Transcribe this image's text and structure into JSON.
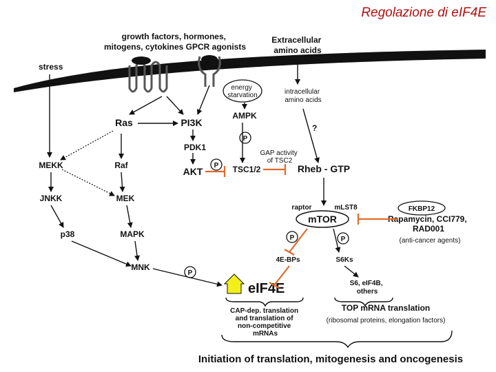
{
  "title": "Regolazione di eIF4E",
  "labels": {
    "growth_factors": [
      "growth factors, hormones,",
      "mitogens, cytokines GPCR agonists"
    ],
    "extracellular_aa": [
      "Extracellular",
      "amino acids"
    ],
    "stress": "stress",
    "energy_starvation": [
      "energy",
      "starvation"
    ],
    "intracellular_aa": [
      "intracellular",
      "amino acids"
    ],
    "question": "?",
    "ras": "Ras",
    "pi3k": "PI3K",
    "ampk": "AMPK",
    "pdk1": "PDK1",
    "akt": "AKT",
    "tsc": "TSC1/2",
    "gap_activity": [
      "GAP activity",
      "of TSC2"
    ],
    "rheb": "Rheb - GTP",
    "mekk": "MEKK",
    "raf": "Raf",
    "jnkk": "JNKK",
    "mek": "MEK",
    "p38": "p38",
    "mapk": "MAPK",
    "mnk": "MNK",
    "raptor": "raptor",
    "mlst8": "mLST8",
    "mtor": "mTOR",
    "fkbp12": "FKBP12",
    "rapamycin": [
      "Rapamycin, CCI779,",
      "RAD001"
    ],
    "anticancer": "(anti-cancer agents)",
    "p": "P",
    "bp4e": "4E-BPs",
    "s6ks": "S6Ks",
    "eif4e": "eIF4E",
    "s6_others": [
      "S6, eIF4B,",
      "others"
    ],
    "cap_dep": [
      "CAP-dep. translation",
      "and translation of",
      "non-competitive",
      "mRNAs"
    ],
    "top_mrna": "TOP mRNA translation",
    "ribosomal": "(ribosomal proteins, elongation factors)",
    "bottom": "Initiation of translation, mitogenesis and oncogenesis"
  },
  "colors": {
    "title": "#b01010",
    "inhibit": "#e06a2a",
    "eif4e_arrow": "#f2ef1a"
  }
}
